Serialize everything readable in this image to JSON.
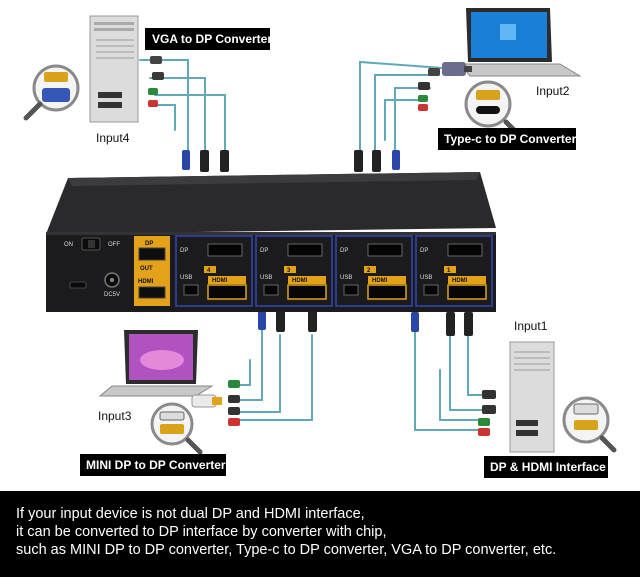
{
  "labels": {
    "vga_converter": "VGA to DP Converter",
    "typec_converter": "Type-c to DP Converter",
    "minidp_converter": "MINI DP to DP Converter",
    "dp_hdmi_interface": "DP & HDMI Interface",
    "input1": "Input1",
    "input2": "Input2",
    "input3": "Input3",
    "input4": "Input4"
  },
  "panel": {
    "on": "ON",
    "off": "OFF",
    "dc": "DC5V",
    "dp_out": "DP",
    "hdmi_out": "HDMI",
    "out": "OUT",
    "dp": "DP",
    "usb": "USB",
    "hdmi": "HDMI",
    "port_numbers": [
      "4",
      "3",
      "2",
      "1"
    ]
  },
  "note": {
    "line1": "If your input device is not dual DP and HDMI  interface,",
    "line2": "it can be converted to DP  interface by converter with chip,",
    "line3": "such as MINI DP to DP converter, Type-c to DP converter, VGA to DP converter, etc."
  },
  "colors": {
    "device_body": "#1b1b1d",
    "port_gold": "#e3a21a",
    "port_border": "#2a3d8f",
    "cable_teal": "#5fa9b8",
    "cable_dark": "#2c2c2c",
    "banner_bg": "#000000"
  }
}
